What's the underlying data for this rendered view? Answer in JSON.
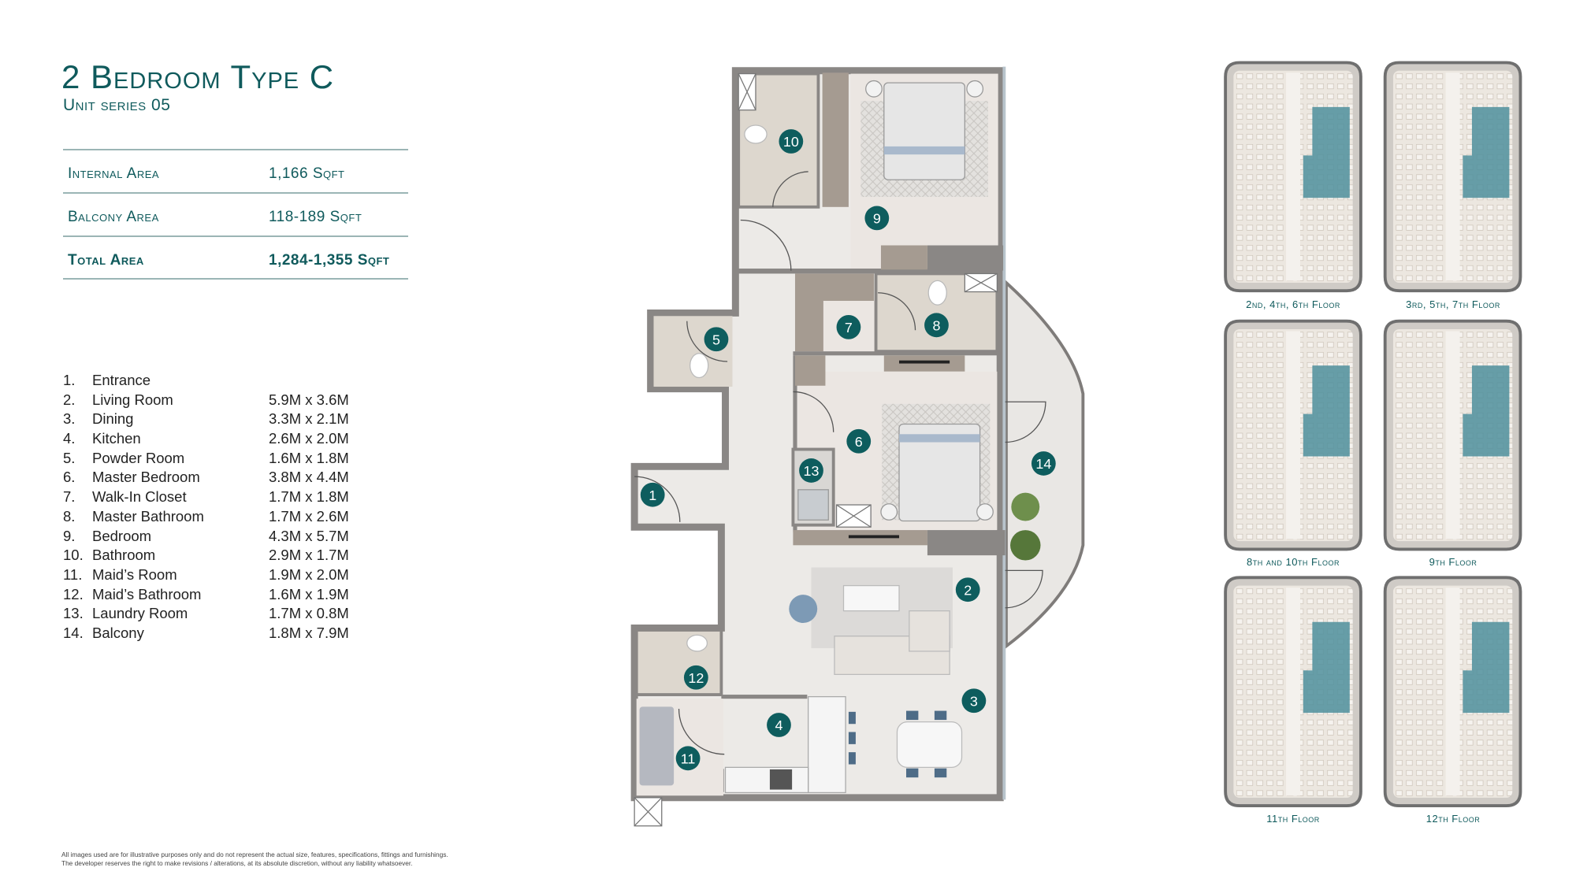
{
  "header": {
    "title": "2 Bedroom Type C",
    "subtitle": "Unit series 05"
  },
  "areas": [
    {
      "label": "Internal Area",
      "value": "1,166 Sqft"
    },
    {
      "label": "Balcony Area",
      "value": "118-189 Sqft"
    },
    {
      "label": "Total Area",
      "value": "1,284-1,355 Sqft"
    }
  ],
  "rooms": [
    {
      "num": "1.",
      "name": "Entrance",
      "dims": ""
    },
    {
      "num": "2.",
      "name": "Living Room",
      "dims": "5.9M x 3.6M"
    },
    {
      "num": "3.",
      "name": "Dining",
      "dims": "3.3M x 2.1M"
    },
    {
      "num": "4.",
      "name": "Kitchen",
      "dims": "2.6M x 2.0M"
    },
    {
      "num": "5.",
      "name": "Powder Room",
      "dims": "1.6M x 1.8M"
    },
    {
      "num": "6.",
      "name": "Master Bedroom",
      "dims": "3.8M x 4.4M"
    },
    {
      "num": "7.",
      "name": "Walk-In Closet",
      "dims": "1.7M x 1.8M"
    },
    {
      "num": "8.",
      "name": "Master Bathroom",
      "dims": "1.7M x 2.6M"
    },
    {
      "num": "9.",
      "name": "Bedroom",
      "dims": "4.3M x 5.7M"
    },
    {
      "num": "10.",
      "name": "Bathroom",
      "dims": "2.9M x 1.7M"
    },
    {
      "num": "11.",
      "name": "Maid’s Room",
      "dims": "1.9M x 2.0M"
    },
    {
      "num": "12.",
      "name": "Maid’s Bathroom",
      "dims": "1.6M x 1.9M"
    },
    {
      "num": "13.",
      "name": "Laundry Room",
      "dims": "1.7M x 0.8M"
    },
    {
      "num": "14.",
      "name": "Balcony",
      "dims": "1.8M x 7.9M"
    }
  ],
  "plan_markers": [
    "1",
    "2",
    "3",
    "4",
    "5",
    "6",
    "7",
    "8",
    "9",
    "10",
    "11",
    "12",
    "13",
    "14"
  ],
  "key_plans": [
    {
      "label": "2nd, 4th, 6th Floor"
    },
    {
      "label": "3rd, 5th, 7th Floor"
    },
    {
      "label": "8th and 10th Floor"
    },
    {
      "label": "9th Floor"
    },
    {
      "label": "11th Floor"
    },
    {
      "label": "12th Floor"
    }
  ],
  "disclaimer": {
    "line1": "All images used are for illustrative purposes only and do not represent the actual size, features, specifications, fittings and furnishings.",
    "line2": "The developer reserves the right to make revisions / alterations, at its absolute discretion, without any liability whatsoever."
  },
  "colors": {
    "brand": "#0f5a5c",
    "marker": "#0e5d5e",
    "wall": "#8a8785",
    "highlight": "#4f8f9c"
  }
}
